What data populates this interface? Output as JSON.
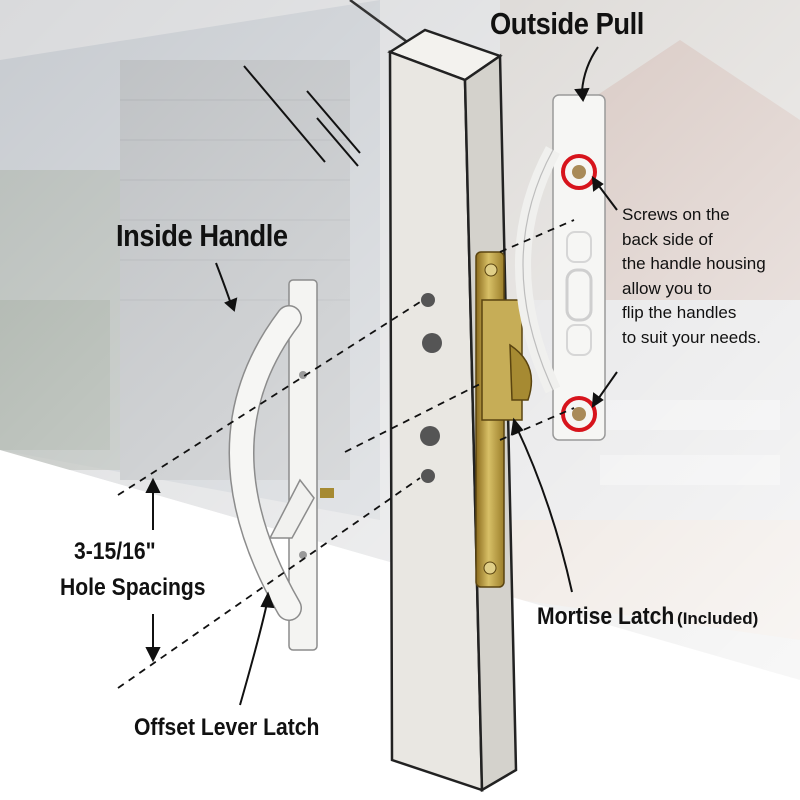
{
  "labels": {
    "outside_pull": "Outside Pull",
    "inside_handle": "Inside Handle",
    "hole_spacing_value": "3-15/16\"",
    "hole_spacing_text": "Hole Spacings",
    "mortise_latch": "Mortise Latch",
    "mortise_latch_note": "(Included)",
    "offset_lever_latch": "Offset Lever Latch"
  },
  "screw_note": [
    "Screws on the",
    "back side of",
    "the handle housing",
    "allow you to",
    "flip the handles",
    "to suit your needs."
  ],
  "colors": {
    "highlight_ring": "#d7141c",
    "brass": "#b89a3c",
    "door_frame": "#e9e7e2",
    "handle_white": "#f4f4f2"
  }
}
